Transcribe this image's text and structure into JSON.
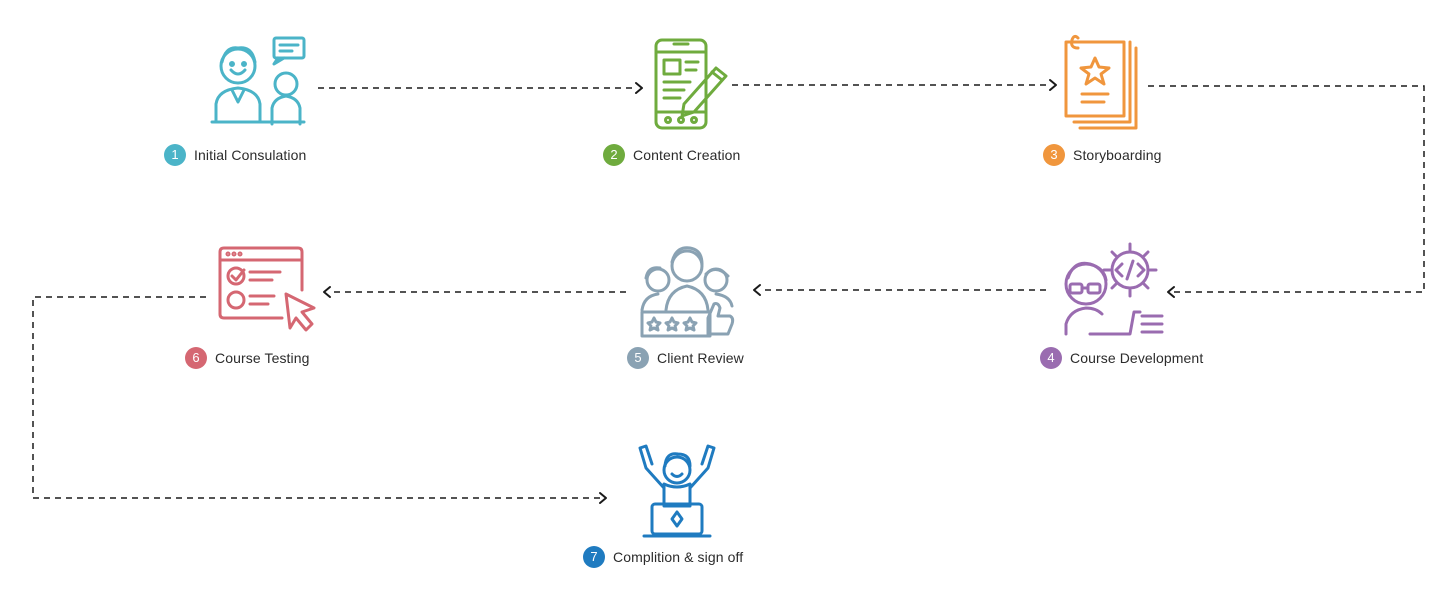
{
  "steps": [
    {
      "number": "1",
      "label": "Initial Consulation",
      "color": "#4bb4c8",
      "icon": "consultation-icon"
    },
    {
      "number": "2",
      "label": "Content Creation",
      "color": "#6fab3e",
      "icon": "content-creation-icon"
    },
    {
      "number": "3",
      "label": "Storyboarding",
      "color": "#f0963d",
      "icon": "storyboard-icon"
    },
    {
      "number": "4",
      "label": "Course Development",
      "color": "#9a6cb0",
      "icon": "development-icon"
    },
    {
      "number": "5",
      "label": "Client Review",
      "color": "#8aa2b3",
      "icon": "client-review-icon"
    },
    {
      "number": "6",
      "label": "Course Testing",
      "color": "#d56772",
      "icon": "testing-icon"
    },
    {
      "number": "7",
      "label": "Complition & sign off",
      "color": "#1f7bc0",
      "icon": "celebration-icon"
    }
  ],
  "connector_color": "#1a1a1a"
}
